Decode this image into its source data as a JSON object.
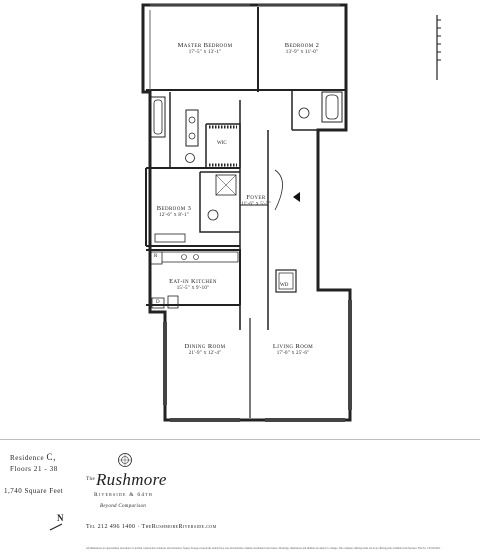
{
  "rooms": {
    "master_bedroom": {
      "name": "Master Bedroom",
      "dims": "17'-5\" x 13'-1\""
    },
    "bedroom2": {
      "name": "Bedroom 2",
      "dims": "13'-9\" x 11'-0\""
    },
    "bedroom3": {
      "name": "Bedroom 3",
      "dims": "12'-6\" x 8'-1\""
    },
    "foyer": {
      "name": "Foyer",
      "dims": "11'-6\" x 5'-5\""
    },
    "kitchen": {
      "name": "Eat-in Kitchen",
      "dims": "15'-5\" x 9'-10\""
    },
    "dining": {
      "name": "Dining Room",
      "dims": "21'-9\" x 12'-4\""
    },
    "living": {
      "name": "Living Room",
      "dims": "17'-0\" x 25'-6\""
    }
  },
  "fixtures": {
    "wic": "WIC",
    "wd": "WD",
    "refrigerator": "R",
    "dishwasher": "D"
  },
  "footer": {
    "residence_label": "Residence",
    "residence_letter": "C,",
    "floors": "Floors 21 - 38",
    "sqft": "1,740 Square Feet",
    "north": "N",
    "logo_the": "The",
    "logo_name": "Rushmore",
    "logo_sub": "Riverside & 64th",
    "logo_tag": "Beyond Comparison",
    "contact": "Tel 212 496 1400 · TheRushmoreRiverside.com",
    "disclaimer": "All dimensions are approximate and subject to normal construction variances and tolerances. Square footage exceeds the usable floor area and includes columns, mechanical and chases. Drawings, dimensions and finishes are subject to change. The complete offering terms are in an offering plan available from Sponsor. File No. CD 04-0016."
  }
}
